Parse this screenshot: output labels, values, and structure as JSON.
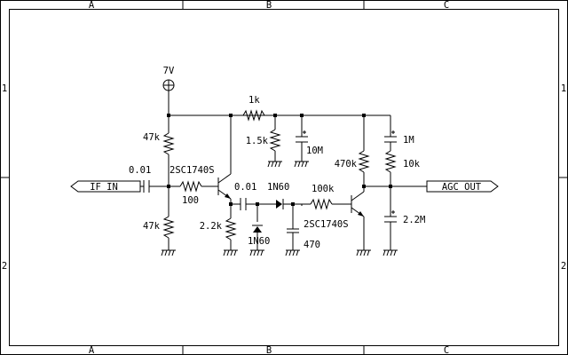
{
  "frame": {
    "columns": [
      "A",
      "B",
      "C"
    ],
    "rows": [
      "1",
      "2"
    ]
  },
  "ports": {
    "input": "IF IN",
    "output": "AGC OUT"
  },
  "supply": "7V",
  "components": {
    "r_top_bias": "47k",
    "r_bottom_bias": "47k",
    "c_input": "0.01",
    "r_base": "100",
    "q1": "2SC1740S",
    "r_emitter": "2.2k",
    "c_coupling": "0.01",
    "d1": "1N60",
    "d2": "1N60",
    "c_detector": "470",
    "r_series_supply": "1k",
    "r_divider": "1.5k",
    "c_bypass": "10M",
    "r_collector": "470k",
    "r_base2": "100k",
    "q2": "2SC1740S",
    "c_1m": "1M",
    "r_out": "10k",
    "c_out": "2.2M"
  }
}
